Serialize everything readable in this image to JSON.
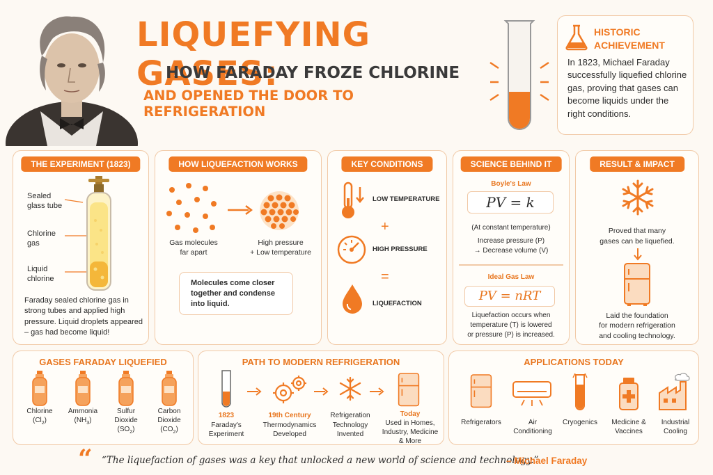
{
  "header": {
    "title": "LIQUEFYING GASES:",
    "subtitle1": "HOW FARADAY FROZE CHLORINE",
    "subtitle2": "AND OPENED THE DOOR TO REFRIGERATION"
  },
  "historic": {
    "title1": "HISTORIC",
    "title2": "ACHIEVEMENT",
    "text": "In 1823, Michael Faraday successfully liquefied chlorine gas, proving that gases can become liquids under the right conditions."
  },
  "experiment": {
    "title": "THE EXPERIMENT (1823)",
    "label1a": "Sealed",
    "label1b": "glass tube",
    "label2a": "Chlorine",
    "label2b": "gas",
    "label3a": "Liquid",
    "label3b": "chlorine",
    "text": "Faraday sealed chlorine gas in strong tubes and applied high pressure. Liquid droplets appeared – gas had become liquid!"
  },
  "how": {
    "title": "HOW LIQUEFACTION WORKS",
    "left1": "Gas molecules",
    "left2": "far apart",
    "right1": "High pressure",
    "right2": "+ Low temperature",
    "box": "Molecules come closer together and condense into liquid."
  },
  "conditions": {
    "title": "KEY CONDITIONS",
    "c1": "LOW TEMPERATURE",
    "plus": "+",
    "c2": "HIGH PRESSURE",
    "equals": "=",
    "c3": "LIQUEFACTION"
  },
  "science": {
    "title": "SCIENCE BEHIND IT",
    "law1": "Boyle's Law",
    "eq1": "PV = k",
    "note1": "(At constant temperature)",
    "note2": "Increase pressure (P)",
    "note3": "→ Decrease volume (V)",
    "law2": "Ideal Gas Law",
    "eq2": "PV = nRT",
    "note4": "Liquefaction occurs when",
    "note5": "temperature (T) is lowered",
    "note6": "or pressure (P) is increased."
  },
  "result": {
    "title": "RESULT & IMPACT",
    "t1": "Proved that many",
    "t2": "gases can be liquefied.",
    "t3": "Laid the foundation",
    "t4": "for modern refrigeration",
    "t5": "and cooling technology."
  },
  "gases": {
    "title": "GASES FARADAY LIQUEFIED",
    "items": [
      {
        "a": "Chlorine",
        "b": "(Cl",
        "sub": "2",
        "c": ")"
      },
      {
        "a": "Ammonia",
        "b": "(NH",
        "sub": "3",
        "c": ")"
      },
      {
        "a": "Sulfur",
        "b2": "Dioxide",
        "b": "(SO",
        "sub": "2",
        "c": ")"
      },
      {
        "a": "Carbon",
        "b2": "Dioxide",
        "b": "(CO",
        "sub": "2",
        "c": ")"
      }
    ]
  },
  "path": {
    "title": "PATH TO MODERN REFRIGERATION",
    "s1a": "1823",
    "s1b": "Faraday's",
    "s1c": "Experiment",
    "s2a": "19th Century",
    "s2b": "Thermodynamics",
    "s2c": "Developed",
    "s3b": "Refrigeration",
    "s3c": "Technology",
    "s3d": "Invented",
    "s4a": "Today",
    "s4b": "Used in Homes,",
    "s4c": "Industry, Medicine",
    "s4d": "& More"
  },
  "apps": {
    "title": "APPLICATIONS TODAY",
    "a1": "Refrigerators",
    "a2a": "Air",
    "a2b": "Conditioning",
    "a3": "Cryogenics",
    "a4a": "Medicine &",
    "a4b": "Vaccines",
    "a5a": "Industrial",
    "a5b": "Cooling"
  },
  "quote": {
    "mark": "“",
    "text": "“The liquefaction of gases was a key that unlocked a new world of science and technology.”",
    "author": "– Michael Faraday"
  },
  "colors": {
    "accent": "#f07a24",
    "dark": "#2b2b2b",
    "card_border": "#f1c9a6"
  }
}
